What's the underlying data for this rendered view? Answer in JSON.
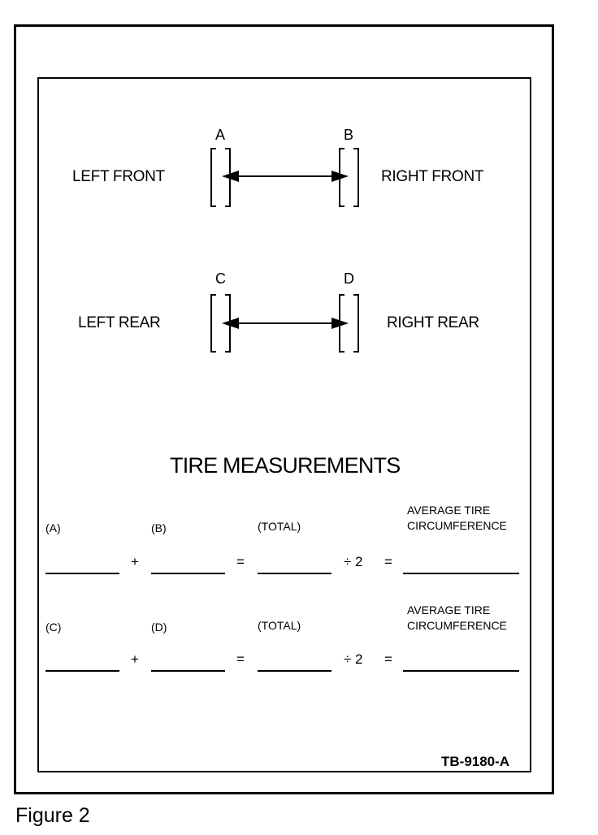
{
  "front": {
    "left_label": "LEFT FRONT",
    "right_label": "RIGHT FRONT",
    "point_a": "A",
    "point_b": "B"
  },
  "rear": {
    "left_label": "LEFT REAR",
    "right_label": "RIGHT REAR",
    "point_c": "C",
    "point_d": "D"
  },
  "measurements": {
    "title": "TIRE MEASUREMENTS",
    "row1": {
      "first": "(A)",
      "second": "(B)",
      "total": "(TOTAL)",
      "avg_line1": "AVERAGE TIRE",
      "avg_line2": "CIRCUMFERENCE"
    },
    "row2": {
      "first": "(C)",
      "second": "(D)",
      "total": "(TOTAL)",
      "avg_line1": "AVERAGE TIRE",
      "avg_line2": "CIRCUMFERENCE"
    },
    "plus": "+",
    "equals": "=",
    "divide": "÷ 2",
    "equals2": "="
  },
  "figure_code": "TB-9180-A",
  "caption": "Figure 2"
}
